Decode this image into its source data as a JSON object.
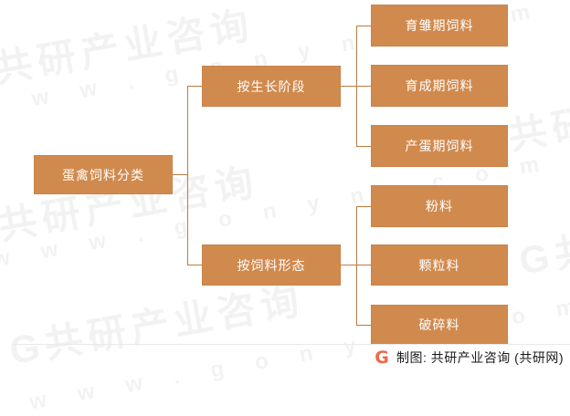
{
  "diagram": {
    "root": {
      "label": "蛋禽饲料分类"
    },
    "branches": [
      {
        "label": "按生长阶段",
        "children": [
          "育雏期饲料",
          "育成期饲料",
          "产蛋期饲料"
        ]
      },
      {
        "label": "按饲料形态",
        "children": [
          "粉料",
          "颗粒料",
          "破碎料"
        ]
      }
    ]
  },
  "watermark": {
    "brand": "G共研产业咨询",
    "url": "w w w . g o n y n . c o m"
  },
  "footer": {
    "logo_letter": "G",
    "credit": "制图: 共研产业咨询 (共研网)"
  },
  "colors": {
    "box_fill": "#D18A4E",
    "box_border": "#C9824A",
    "connector_line": "#BE7B40",
    "divider": "#E9E9E9",
    "logo_orange": "#ED6B49",
    "watermark_gray": "rgba(0,0,0,0.05)"
  }
}
